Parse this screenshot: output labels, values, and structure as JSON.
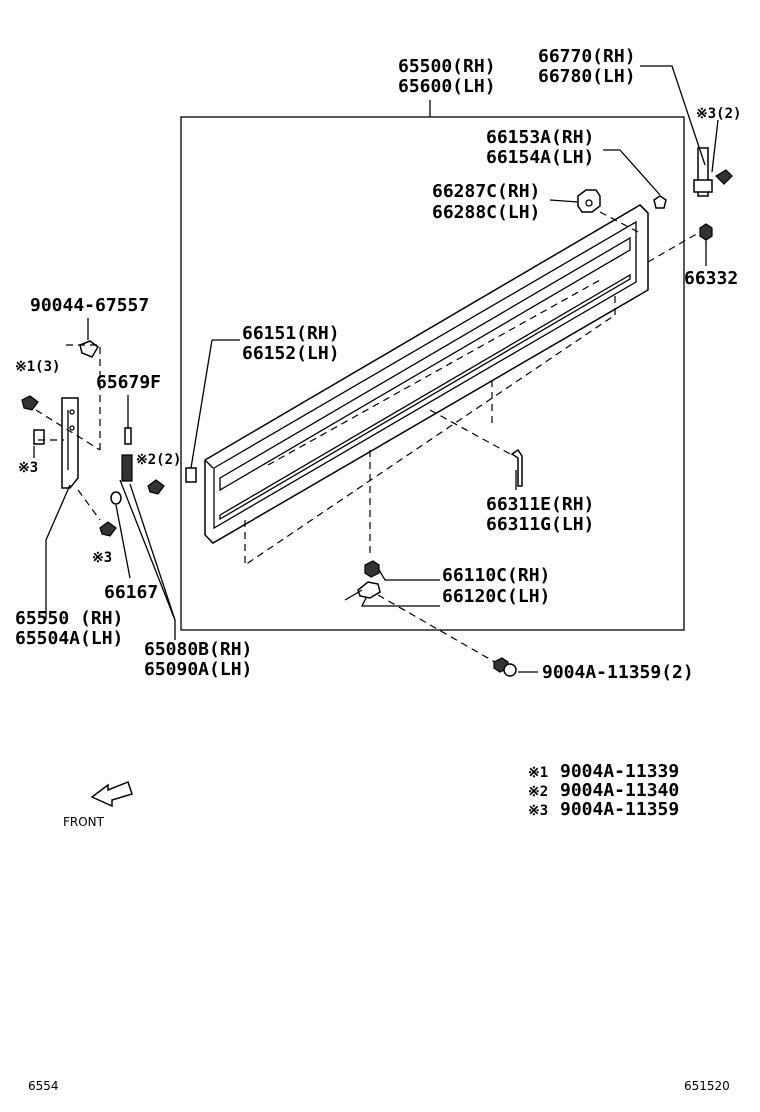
{
  "labels": {
    "p65500": "65500(RH)",
    "p65600": "65600(LH)",
    "p66770": "66770(RH)",
    "p66780": "66780(LH)",
    "n3_2_top": "※3(2)",
    "p66153a": "66153A(RH)",
    "p66154a": "66154A(LH)",
    "p66287c": "66287C(RH)",
    "p66288c": "66288C(LH)",
    "p66332": "66332",
    "p90044": "90044-67557",
    "p66151": "66151(RH)",
    "p66152": "66152(LH)",
    "n1_3": "※1(3)",
    "p65679f": "65679F",
    "n2_2": "※2(2)",
    "n3_a": "※3",
    "n3_b": "※3",
    "p66167": "66167",
    "p65550": "65550 (RH)",
    "p65504a": "65504A(LH)",
    "p65080b": "65080B(RH)",
    "p65090a": "65090A(LH)",
    "p66311e": "66311E(RH)",
    "p66311g": "66311G(LH)",
    "p66110c": "66110C(RH)",
    "p66120c": "66120C(LH)",
    "p9004a": "9004A-11359(2)"
  },
  "legend": [
    {
      "mark": "※1",
      "part": "9004A-11339"
    },
    {
      "mark": "※2",
      "part": "9004A-11340"
    },
    {
      "mark": "※3",
      "part": "9004A-11359"
    }
  ],
  "front_label": "FRONT",
  "footer": {
    "left_code": "6554",
    "right_code": "651520"
  }
}
